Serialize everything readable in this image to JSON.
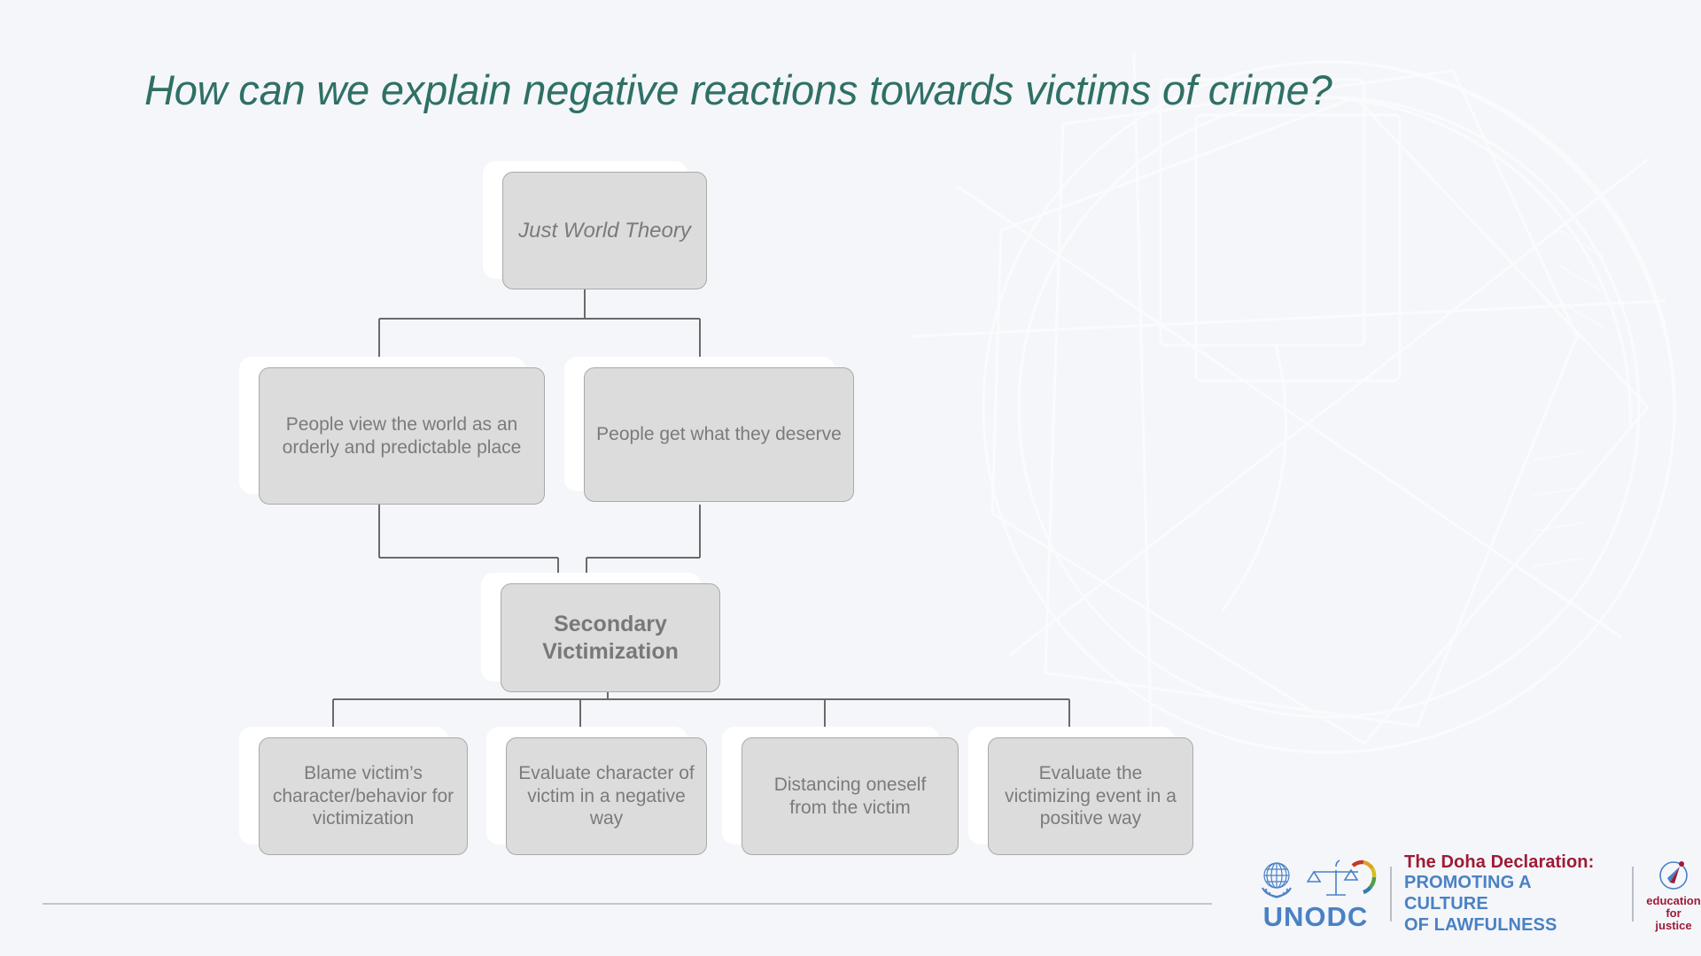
{
  "slide": {
    "title": "How can we explain negative reactions towards victims of crime?"
  },
  "diagram": {
    "type": "hierarchy-flowchart",
    "nodes": [
      {
        "id": "just-world-theory",
        "label": "Just World Theory",
        "level": 0,
        "style": "italic"
      },
      {
        "id": "orderly-predictable",
        "label": "People view the world as an orderly and predictable place",
        "level": 1,
        "style": "normal"
      },
      {
        "id": "get-what-deserve",
        "label": "People get what they deserve",
        "level": 1,
        "style": "normal"
      },
      {
        "id": "secondary-victimization",
        "label": "Secondary Victimization",
        "level": 2,
        "style": "bold"
      },
      {
        "id": "blame-victim",
        "label": "Blame victim’s character/behavior for victimization",
        "level": 3,
        "style": "normal"
      },
      {
        "id": "evaluate-negative",
        "label": "Evaluate character of victim in a negative way",
        "level": 3,
        "style": "normal"
      },
      {
        "id": "distancing",
        "label": "Distancing oneself from the victim",
        "level": 3,
        "style": "normal"
      },
      {
        "id": "evaluate-positive",
        "label": "Evaluate the victimizing event in a positive way",
        "level": 3,
        "style": "normal"
      }
    ],
    "edges": [
      {
        "from": "just-world-theory",
        "to": "orderly-predictable"
      },
      {
        "from": "just-world-theory",
        "to": "get-what-deserve"
      },
      {
        "from": "orderly-predictable",
        "to": "secondary-victimization"
      },
      {
        "from": "get-what-deserve",
        "to": "secondary-victimization"
      },
      {
        "from": "secondary-victimization",
        "to": "blame-victim"
      },
      {
        "from": "secondary-victimization",
        "to": "evaluate-negative"
      },
      {
        "from": "secondary-victimization",
        "to": "distancing"
      },
      {
        "from": "secondary-victimization",
        "to": "evaluate-positive"
      }
    ]
  },
  "colors": {
    "title": "#2f7066",
    "node_fill": "#dcdcdc",
    "node_border": "#a9a9a9",
    "node_text": "#7b7b7b",
    "connector": "#6a6a6a",
    "background": "#f4f6fa",
    "un_blue": "#4a81c4",
    "doha_red": "#9e1b34"
  },
  "footer": {
    "unodc_label": "UNODC",
    "doha_line1": "The Doha Declaration:",
    "doha_line2a": "PROMOTING A CULTURE",
    "doha_line2b": "OF LAWFULNESS",
    "e4j_line1": "education",
    "e4j_line2": "for justice"
  }
}
